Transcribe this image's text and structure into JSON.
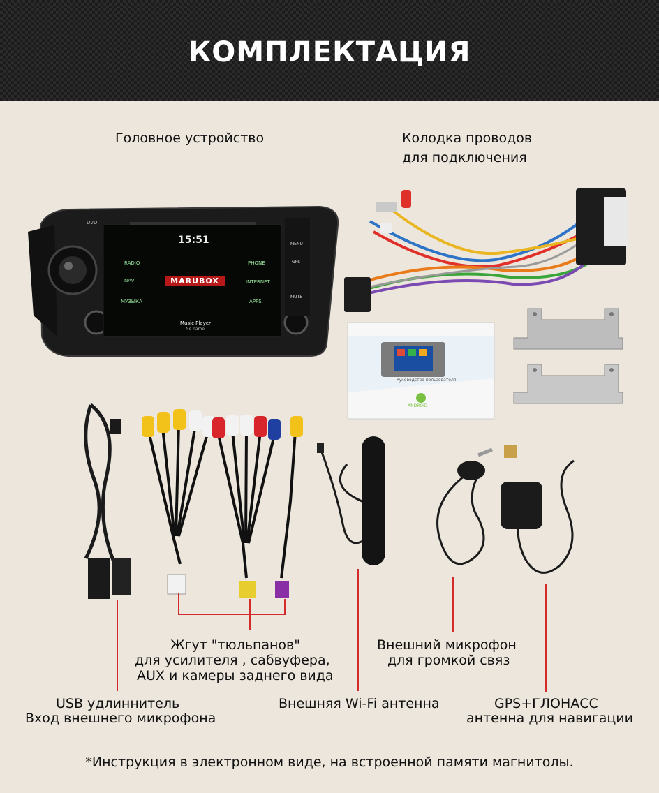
{
  "header": {
    "title": "КОМПЛЕКТАЦИЯ"
  },
  "items": {
    "head_unit": {
      "label": "Головное устройство"
    },
    "wiring": {
      "label_line1": "Колодка проводов",
      "label_line2": "для подключения"
    },
    "usb": {
      "label_line1": "USB удлиннитель",
      "label_line2": "Вход внешнего микрофона"
    },
    "rca": {
      "label_line1": "Жгут \"тюльпанов\"",
      "label_line2": "для усилителя , сабвуфера,",
      "label_line3": "AUX и камеры заднего вида"
    },
    "wifi": {
      "label": "Внешняя Wi-Fi антенна"
    },
    "mic": {
      "label_line1": "Внешний микрофон",
      "label_line2": "для громкой связ"
    },
    "gps": {
      "label_line1": "GPS+ГЛОНАСС",
      "label_line2": "антенна для навигации"
    }
  },
  "screen": {
    "time": "15:51",
    "brand": "MARUBOX",
    "left_menu": [
      "RADIO",
      "NAVI",
      "МУЗЫКА"
    ],
    "right_menu": [
      "PHONE",
      "INTERNET",
      "APPS"
    ],
    "now_playing": "Music Player",
    "now_playing_sub": "No name",
    "side_buttons": [
      "MENU",
      "GPS",
      "MUTE"
    ],
    "dvd_label": "DVD"
  },
  "manual": {
    "caption": "Руководство пользователя",
    "logo_text": "ANDROID"
  },
  "footnote": "*Инструкция в электронном виде, на встроенной памяти магнитолы.",
  "colors": {
    "accent_line": "#d42a2a",
    "screen_green": "#35d04a",
    "background": "#ece6dc"
  }
}
